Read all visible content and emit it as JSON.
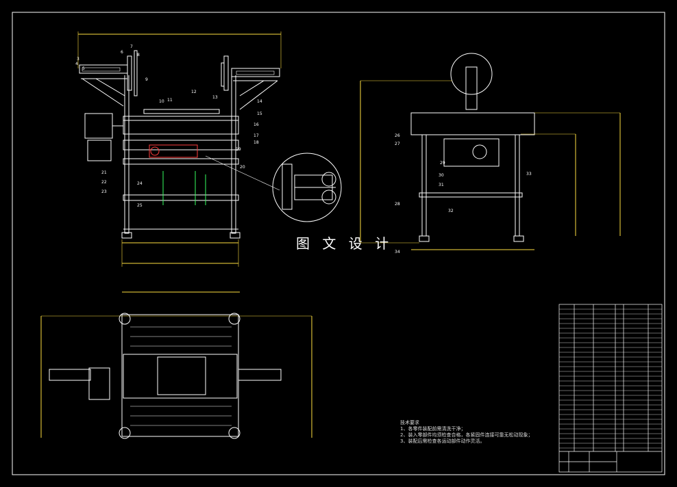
{
  "watermark": "图 文 设 计",
  "tech_notes": {
    "title": "技术要求",
    "items": [
      "1、各零件装配前需清洗干净；",
      "2、装入零部件均须检查合格，各紧固件连接可靠无松动现象；",
      "3、装配后需检查各运动部件动作灵活。"
    ]
  },
  "balloons": {
    "front": [
      "3",
      "4",
      "5",
      "6",
      "7",
      "8",
      "9",
      "10",
      "11",
      "12",
      "13",
      "14",
      "15",
      "16",
      "17",
      "18",
      "19",
      "20",
      "21",
      "22",
      "23",
      "24",
      "25"
    ],
    "side": [
      "26",
      "27",
      "28",
      "29",
      "30",
      "31",
      "32",
      "33",
      "34"
    ]
  },
  "colors": {
    "line": "#ffffff",
    "red": "#ff3b3b",
    "yellow": "#ffe040",
    "green": "#36ff60",
    "cyan": "#4fe0ff",
    "magenta": "#ff4fff"
  }
}
